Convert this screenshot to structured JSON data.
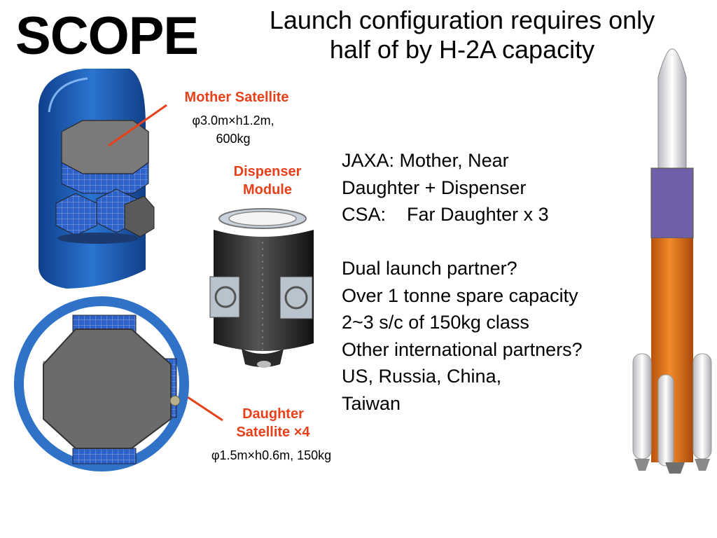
{
  "slide": {
    "title": "SCOPE",
    "headline": [
      "Launch configuration requires only",
      "half of by H-2A capacity"
    ]
  },
  "labels": {
    "mother_satellite": {
      "name": "Mother Satellite",
      "spec_line1": "φ3.0m×h1.2m,",
      "spec_line2": "600kg"
    },
    "dispenser_module": {
      "line1": "Dispenser",
      "line2": "Module"
    },
    "daughter_satellite": {
      "line1": "Daughter",
      "line2": "Satellite ×4",
      "spec": "φ1.5m×h0.6m, 150kg"
    }
  },
  "body_lines": [
    "JAXA: Mother, Near",
    "Daughter + Dispenser",
    "CSA:    Far Daughter x 3",
    "",
    "Dual launch partner?",
    "Over 1 tonne spare capacity",
    "2~3 s/c of 150kg class",
    "Other international partners?",
    "US, Russia, China,",
    "Taiwan"
  ],
  "colors": {
    "accent_red": "#e8401a",
    "fairing_blue": "#1c5fb8",
    "solar_blue": "#2f62c8",
    "deck_gray": "#6b6b6b",
    "rocket_orange": "#e8721c"
  },
  "icons": {
    "mother_satellite_art": "mother-satellite-illustration",
    "dispenser_art": "dispenser-module-illustration",
    "daughter_art": "daughter-satellite-top-view",
    "rocket_art": "h2a-rocket-illustration"
  }
}
